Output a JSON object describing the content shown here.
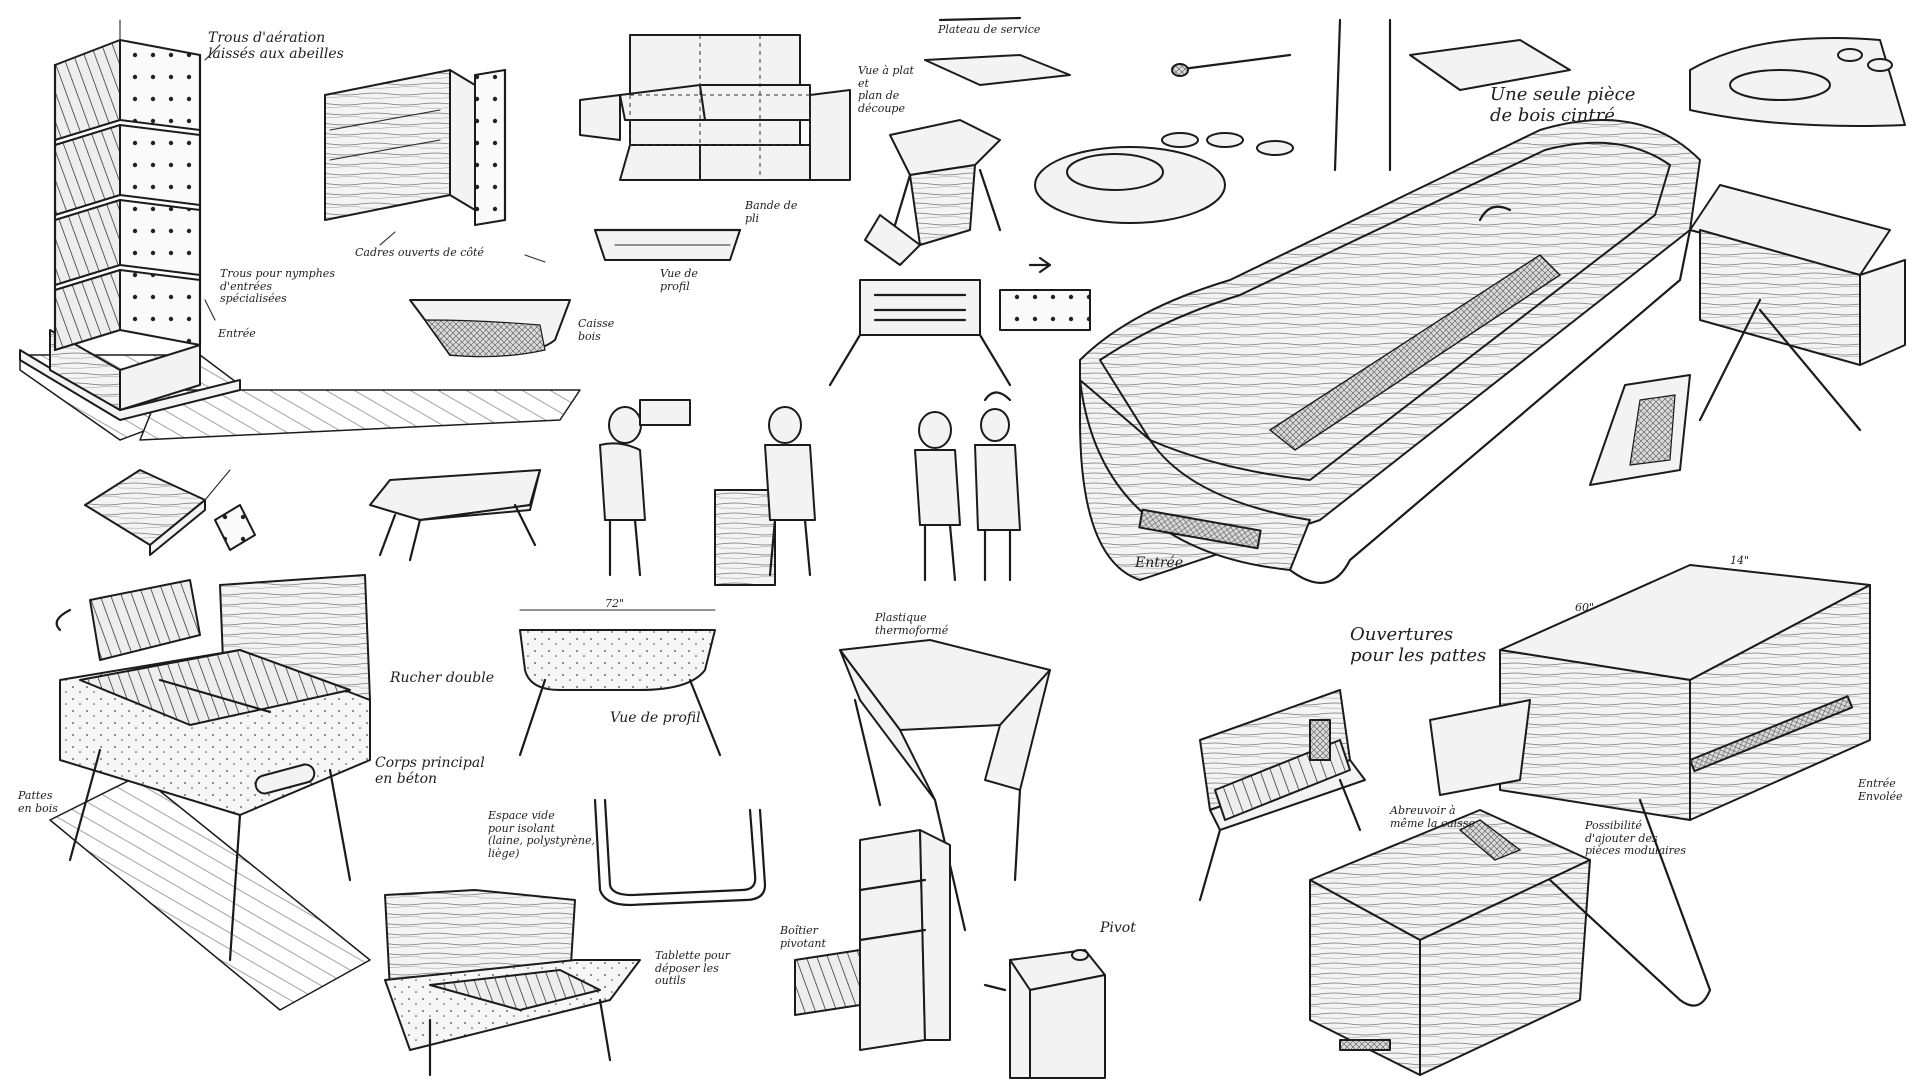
{
  "notes": {
    "trous_aeration": "Trous d'aération\nlaissés aux abeilles",
    "cadres_ouverts": "Cadres ouverts de côté",
    "trous_nymphes": "Trous pour nymphes\nd'entrées\nspécialisées",
    "entree_tower": "Entrée",
    "plateau_service": "Plateau de service",
    "vue_plat": "Vue à plat\net\nplan de\ndécoupe",
    "vue_profil_top": "Vue de\nprofil",
    "bande_pli": "Bande de\npli",
    "caisse_bois": "Caisse\nbois",
    "seule_piece": "Une seule pièce\nde bois cintré",
    "entree_main": "Entrée",
    "ouvertures_pattes": "Ouvertures\npour les pattes",
    "rucher_double": "Rucher double",
    "corps_principal": "Corps principal\nen béton",
    "pattes_bois": "Pattes\nen bois",
    "vue_profil_mid": "Vue de profil",
    "plastique_thermo": "Plastique\nthermoformé",
    "espace_vide": "Espace vide\npour isolant\n(laine, polystyrène,\nliège)",
    "tablette": "Tablette pour\ndéposer les\noutils",
    "boitier_pivotant": "Boîtier\npivotant",
    "pivot": "Pivot",
    "abreuvoir": "Abreuvoir à\nmême la caisse",
    "possibilite": "Possibilité\nd'ajouter des\npièces modulaires",
    "entree_envolee": "Entrée\nEnvolée",
    "dim_72": "72\"",
    "dim_60": "60\"",
    "dim_14": "14\""
  }
}
